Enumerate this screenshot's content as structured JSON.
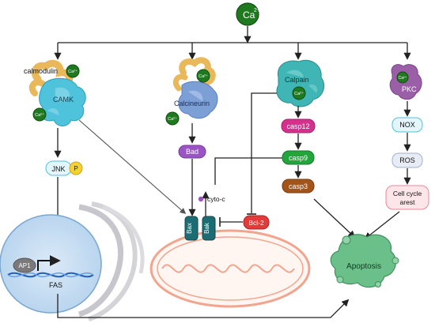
{
  "nodes": {
    "ca_top_main": "Ca",
    "ca_top_sup": "2+",
    "ca_small": "Ca²⁺",
    "calmodulin": "calmodulin",
    "camk": "CAMK",
    "calcineurin": "Calcineurin",
    "calpain": "Calpain",
    "pkc": "PKC",
    "jnk": "JNK",
    "p": "P",
    "bad": "Bad",
    "cyto_c": "cyto-c",
    "bax": "Bax",
    "bak": "Bak",
    "bcl2": "Bcl-2",
    "casp12": "casp12",
    "casp9": "casp9",
    "casp3": "casp3",
    "nox": "NOX",
    "ros": "ROS",
    "cell_cycle_line1": "Cell cycle",
    "cell_cycle_line2": "arest",
    "ap1": "AP1",
    "fas": "FAS",
    "apoptosis": "Apoptosis"
  },
  "colors": {
    "calcium_green": "#1f7a1f",
    "camk_blue": "#4fc3dc",
    "calmodulin_gold": "#e8b85a",
    "calcineurin_blue": "#7c9fd6",
    "calpain_teal": "#3fb5b5",
    "pkc_purple": "#9b5fa8",
    "jnk_fill": "#e3f6fb",
    "p_yellow": "#f5d132",
    "bad_purple": "#9a55c2",
    "mito_orange": "#f2a58e",
    "bax_teal": "#1d6b73",
    "bcl2_red": "#e23b3b",
    "casp12_pink": "#d3318c",
    "casp9_green": "#22a53c",
    "casp3_brown": "#a35418",
    "nox_fill": "#e3f6fb",
    "ros_fill": "#e8edf5",
    "cellcycle_fill": "#fde6ea",
    "nucleus_blue": "#c5ddf2",
    "apoptosis_green": "#6bc08a"
  }
}
